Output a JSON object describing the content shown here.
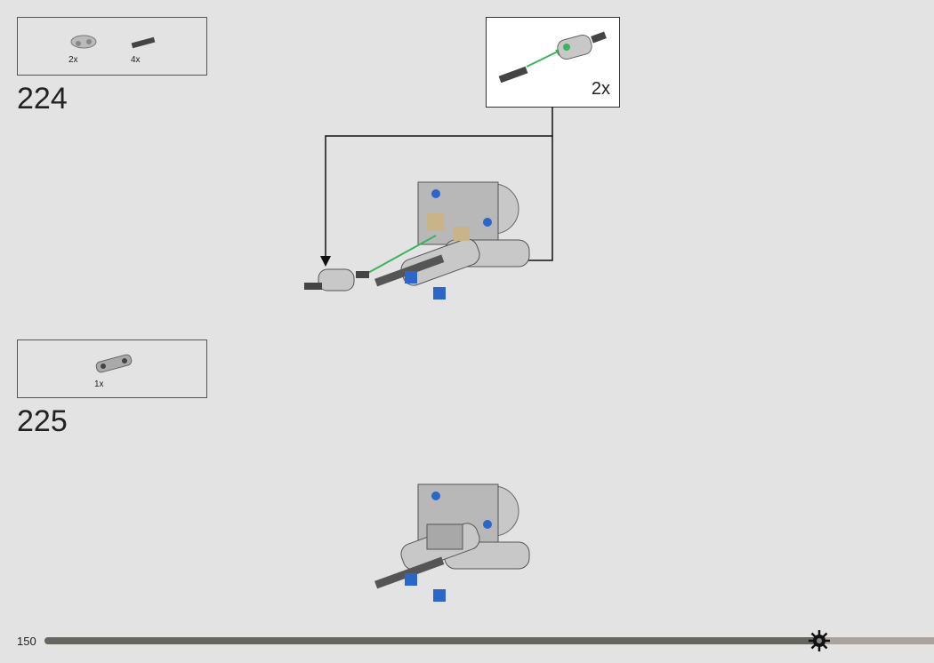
{
  "steps": [
    {
      "number": "224",
      "parts": [
        {
          "name": "beam-2",
          "qty": "2x"
        },
        {
          "name": "pin-with-friction",
          "qty": "4x"
        }
      ]
    },
    {
      "number": "225",
      "parts": [
        {
          "name": "cross-block",
          "qty": "1x"
        }
      ]
    }
  ],
  "callout": {
    "qty": "2x"
  },
  "footer": {
    "page_number": "150",
    "progress_fraction": 0.87
  },
  "colors": {
    "arrow_green": "#3db35a",
    "blue_pin": "#2b66c8",
    "light_gray": "#c8c8c8",
    "dark_gray": "#555555"
  }
}
